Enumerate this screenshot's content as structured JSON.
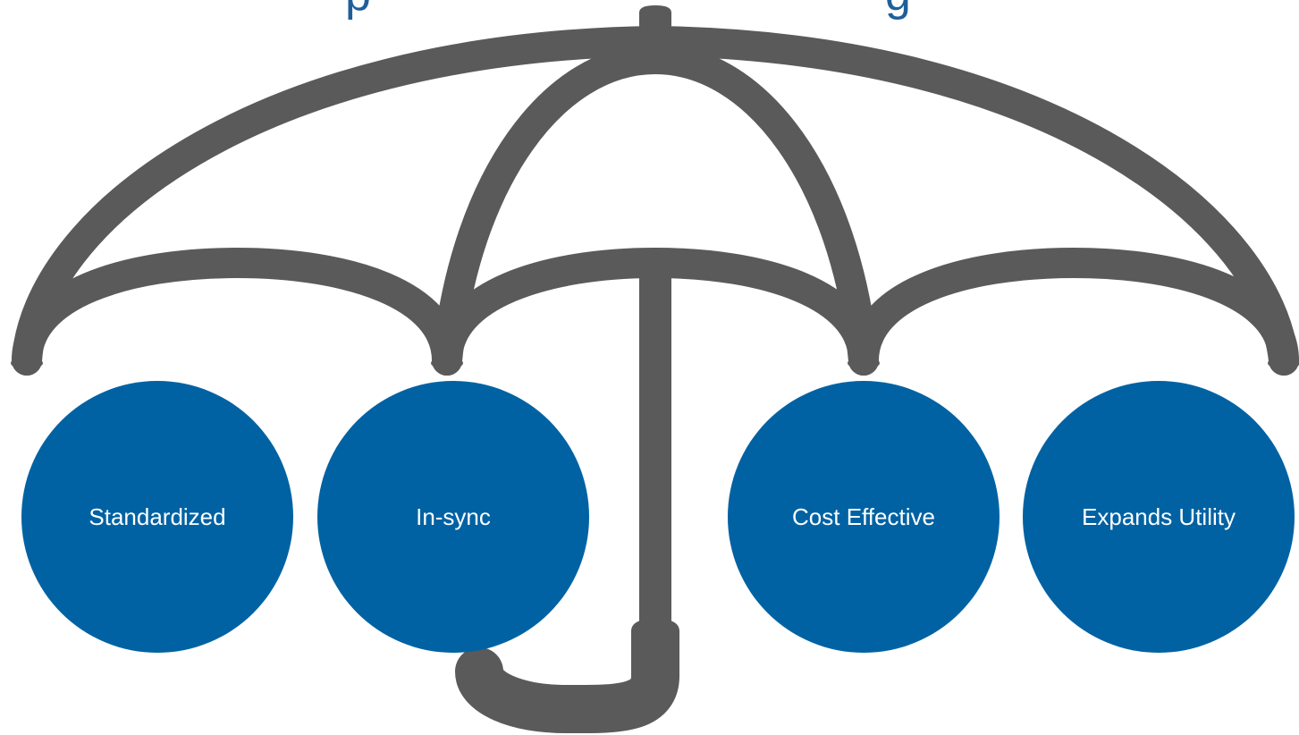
{
  "title": {
    "left_fragment": "p",
    "right_fragment": "g"
  },
  "benefits": [
    {
      "label": "Standardized"
    },
    {
      "label": "In-sync"
    },
    {
      "label": "Cost Effective"
    },
    {
      "label": "Expands Utility"
    }
  ],
  "colors": {
    "umbrella": "#5a5a5a",
    "circle_fill": "#0062a3",
    "circle_text": "#ffffff",
    "title_text": "#1f5f99"
  }
}
